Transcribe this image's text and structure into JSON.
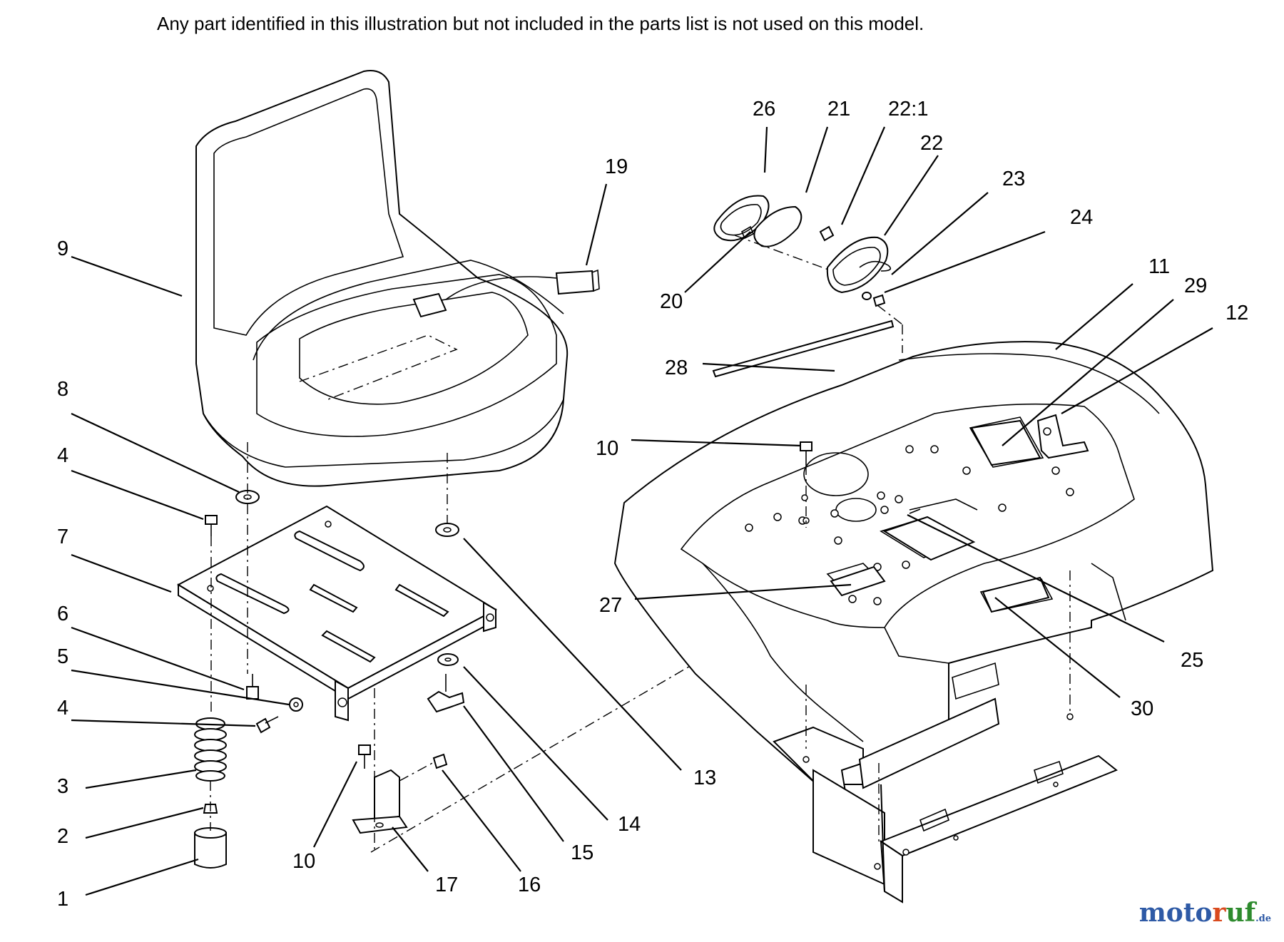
{
  "header_note": "Any part identified in this illustration but not included in the parts list is not used on this model.",
  "watermark": {
    "part1": "moto",
    "part2": "r",
    "part3": "uf",
    "suffix": ".de"
  },
  "callouts": [
    {
      "id": "9",
      "label": "9"
    },
    {
      "id": "19",
      "label": "19"
    },
    {
      "id": "8",
      "label": "8"
    },
    {
      "id": "4a",
      "label": "4"
    },
    {
      "id": "7",
      "label": "7"
    },
    {
      "id": "6",
      "label": "6"
    },
    {
      "id": "5",
      "label": "5"
    },
    {
      "id": "4b",
      "label": "4"
    },
    {
      "id": "3",
      "label": "3"
    },
    {
      "id": "2",
      "label": "2"
    },
    {
      "id": "1",
      "label": "1"
    },
    {
      "id": "10a",
      "label": "10"
    },
    {
      "id": "17",
      "label": "17"
    },
    {
      "id": "16",
      "label": "16"
    },
    {
      "id": "15",
      "label": "15"
    },
    {
      "id": "14",
      "label": "14"
    },
    {
      "id": "13",
      "label": "13"
    },
    {
      "id": "26",
      "label": "26"
    },
    {
      "id": "21",
      "label": "21"
    },
    {
      "id": "22-1",
      "label": "22:1"
    },
    {
      "id": "22",
      "label": "22"
    },
    {
      "id": "23",
      "label": "23"
    },
    {
      "id": "24",
      "label": "24"
    },
    {
      "id": "20",
      "label": "20"
    },
    {
      "id": "28",
      "label": "28"
    },
    {
      "id": "11",
      "label": "11"
    },
    {
      "id": "29",
      "label": "29"
    },
    {
      "id": "12",
      "label": "12"
    },
    {
      "id": "10b",
      "label": "10"
    },
    {
      "id": "27",
      "label": "27"
    },
    {
      "id": "25",
      "label": "25"
    },
    {
      "id": "30",
      "label": "30"
    }
  ]
}
